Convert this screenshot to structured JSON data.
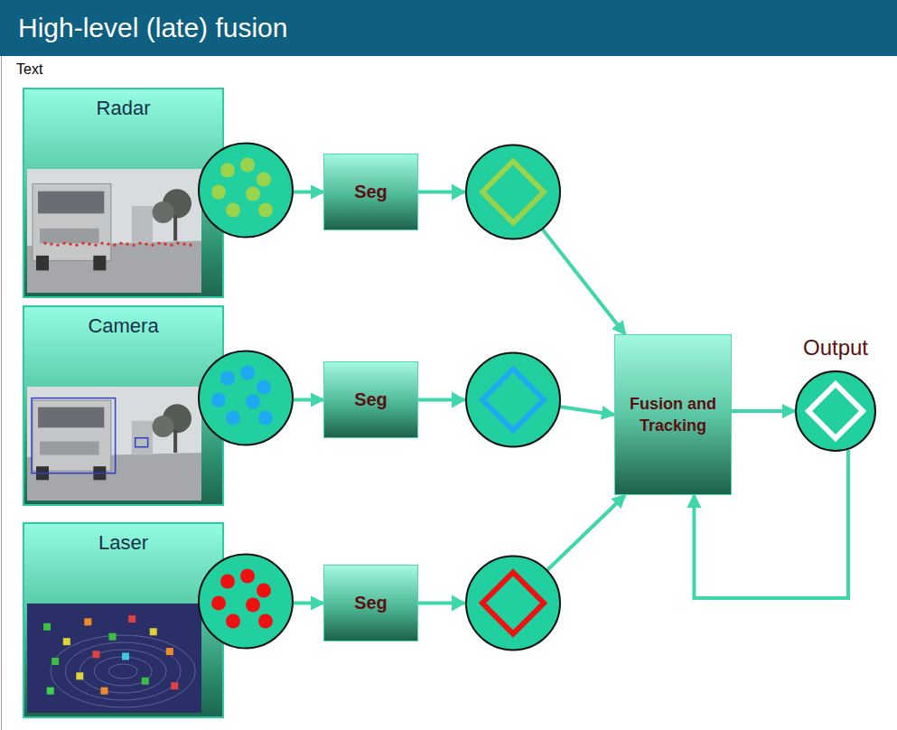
{
  "diagram": {
    "title": "High-level (late) fusion",
    "nodes": [
      {
        "text": [
          "Radar"
        ]
      },
      {
        "text": [
          "Seg"
        ]
      },
      {
        "text": [
          "Camera"
        ]
      },
      {
        "text": [
          "Seg"
        ]
      },
      {
        "text": [
          "Laser"
        ]
      },
      {
        "text": [
          "Seg"
        ]
      },
      {
        "text": [
          "Fusion and Tracking"
        ]
      },
      {
        "text": [
          "Output"
        ]
      }
    ],
    "edges": [
      {
        "from": 0,
        "to": 1,
        "arrow": "to"
      },
      {
        "from": 2,
        "to": 3,
        "arrow": "to"
      },
      {
        "from": 4,
        "to": 5,
        "arrow": "to"
      },
      {
        "from": 1,
        "to": 6,
        "arrow": "to"
      },
      {
        "from": 3,
        "to": 6,
        "arrow": "to"
      },
      {
        "from": 5,
        "to": 6,
        "arrow": "to"
      },
      {
        "from": 6,
        "to": 7,
        "arrow": "to"
      },
      {
        "from": 7,
        "to": 6,
        "arrow": "to"
      }
    ],
    "labels": [
      "Text"
    ]
  }
}
